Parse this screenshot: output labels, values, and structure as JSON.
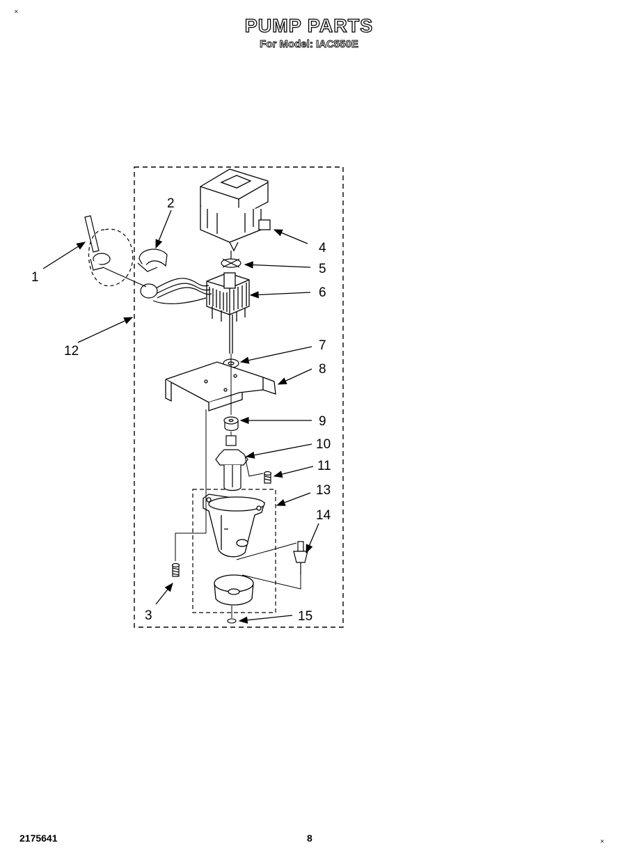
{
  "header": {
    "title": "PUMP PARTS",
    "subtitle": "For Model: IAC550E"
  },
  "corner_marks": {
    "top_left": "×",
    "bottom_right": "×"
  },
  "footer": {
    "document_number": "2175641",
    "page_number": "8"
  },
  "callouts": [
    "1",
    "2",
    "3",
    "4",
    "5",
    "6",
    "7",
    "8",
    "9",
    "10",
    "11",
    "12",
    "13",
    "14",
    "15"
  ]
}
